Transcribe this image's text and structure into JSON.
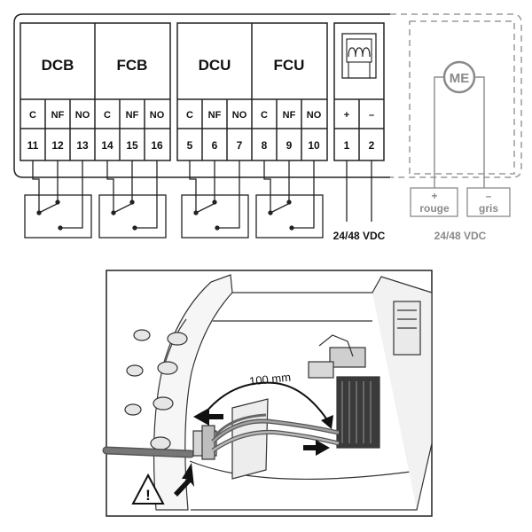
{
  "wiring": {
    "groups": [
      {
        "name": "DCB",
        "pins": [
          "C",
          "NF",
          "NO"
        ],
        "terminals": [
          "11",
          "12",
          "13"
        ]
      },
      {
        "name": "FCB",
        "pins": [
          "C",
          "NF",
          "NO"
        ],
        "terminals": [
          "14",
          "15",
          "16"
        ]
      },
      {
        "name": "DCU",
        "pins": [
          "C",
          "NF",
          "NO"
        ],
        "terminals": [
          "5",
          "6",
          "7"
        ]
      },
      {
        "name": "FCU",
        "pins": [
          "C",
          "NF",
          "NO"
        ],
        "terminals": [
          "8",
          "9",
          "10"
        ]
      }
    ],
    "power": {
      "pins": [
        "+",
        "–"
      ],
      "terminals": [
        "1",
        "2"
      ],
      "voltage_label": "24/48 VDC"
    },
    "motor": {
      "label": "ME",
      "wire_plus": "+",
      "wire_plus_color": "rouge",
      "wire_minus": "–",
      "wire_minus_color": "gris",
      "voltage_label": "24/48 VDC"
    }
  },
  "photo": {
    "distance_label": "100 mm",
    "warning_symbol": "!"
  },
  "colors": {
    "line": "#222222",
    "dashed": "#9a9a9a",
    "motor_gray": "#8a8a8a"
  }
}
